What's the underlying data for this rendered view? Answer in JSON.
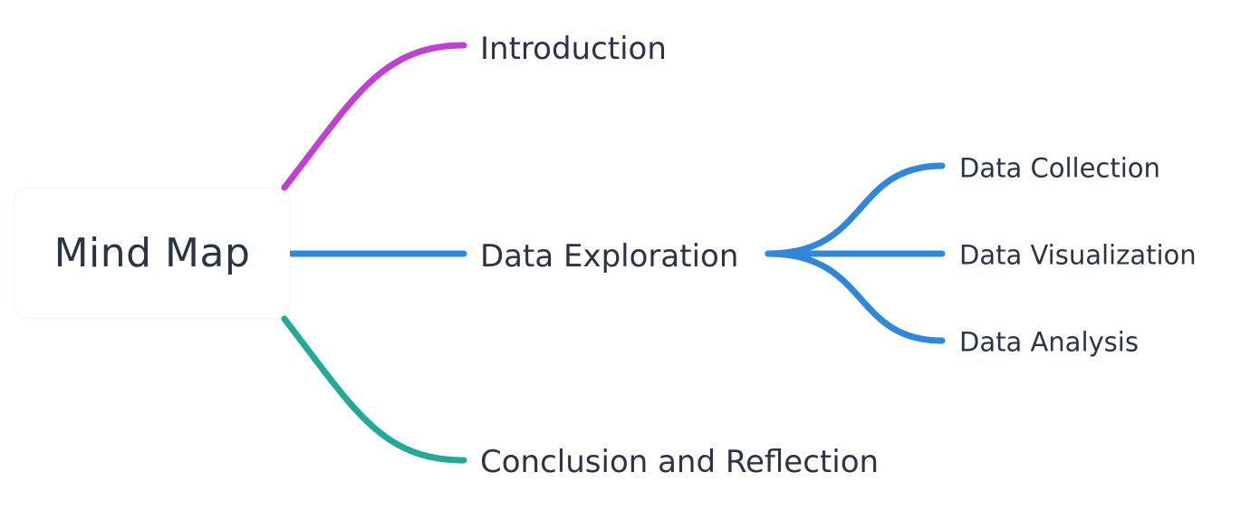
{
  "mindmap": {
    "root": {
      "label": "Mind Map"
    },
    "branches": [
      {
        "label": "Introduction",
        "color": "#c23fd6",
        "children": []
      },
      {
        "label": "Data Exploration",
        "color": "#2e86de",
        "children": [
          {
            "label": "Data Collection"
          },
          {
            "label": "Data Visualization"
          },
          {
            "label": "Data Analysis"
          }
        ]
      },
      {
        "label": "Conclusion and Reflection",
        "color": "#1fab98",
        "children": []
      }
    ]
  }
}
